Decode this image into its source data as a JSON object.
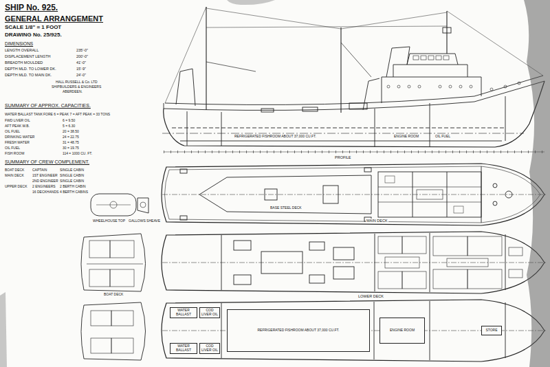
{
  "diagram": {
    "title": "SHIP No. 925.",
    "nodes": [
      {
        "text": [
          "WATER BALLAST"
        ]
      },
      {
        "text": [
          "WATER BALLAST"
        ]
      },
      {
        "text": [
          "COD LIVER OIL"
        ]
      },
      {
        "text": [
          "COD LIVER OIL"
        ]
      },
      {
        "text": [
          "REFRIGERATED FISHROOM ABOUT 37,000 CU.FT."
        ]
      },
      {
        "text": [
          "ENGINE ROOM"
        ]
      },
      {
        "text": [
          "STORE"
        ]
      }
    ],
    "labels": [
      "GENERAL ARRANGEMENT",
      "SCALE 1/8\" = 1 FOOT",
      "DRAWING No. 25/925.",
      "DIMENSIONS",
      "LENGTH OVERALL",
      "235'-0\"",
      "DISPLACEMENT LENGTH",
      "200'-0\"",
      "BREADTH MOULDED",
      "41'-0\"",
      "DEPTH MLD. TO LOWER DK.",
      "15'-9\"",
      "DEPTH MLD. TO MAIN DK.",
      "24'-0\"",
      "HALL RUSSELL & Co. LTD",
      "SHIPBUILDERS & ENGINEERS",
      "ABERDEEN.",
      "SUMMARY OF APPROX. CAPACITIES.",
      "WATER BALLAST TANKS",
      "FORE 6 = PEAK 7 = AFT PEAK = 33 TONS",
      "FWD LIVER OIL",
      "6 = 9.50",
      "AFT PEAK W.B.",
      "5 = 6.30",
      "OIL FUEL",
      "20 = 38.50",
      "DRINKING WATER",
      "24 = 22.75",
      "FRESH WATER",
      "31 = 48.75",
      "OIL FUEL",
      "30 = 19.75",
      "FISH ROOM",
      "114 = 1000 CU. FT.",
      "SUMMARY OF CREW COMPLEMENT.",
      "BOAT DECK",
      "CAPTAIN",
      "SINGLE CABIN",
      "MAIN DECK",
      "1ST ENGINEER",
      "SINGLE CABIN",
      "2ND ENGINEER",
      "SINGLE CABIN",
      "UPPER DECK",
      "2 ENGINEERS",
      "2 BERTH CABIN",
      "16 DECKHANDS",
      "4 BERTH CABINS",
      "PROFILE",
      "WHEELHOUSE TOP",
      "GALLOWS SHEAVE",
      "MAIN DECK",
      "BASE STEEL DECK",
      "LOWER DECK",
      "BOAT DECK",
      "REFRIGERATED FISHROOM ABOUT 37,000 CU.FT.",
      "OIL FUEL",
      "ENGINE ROOM"
    ]
  }
}
